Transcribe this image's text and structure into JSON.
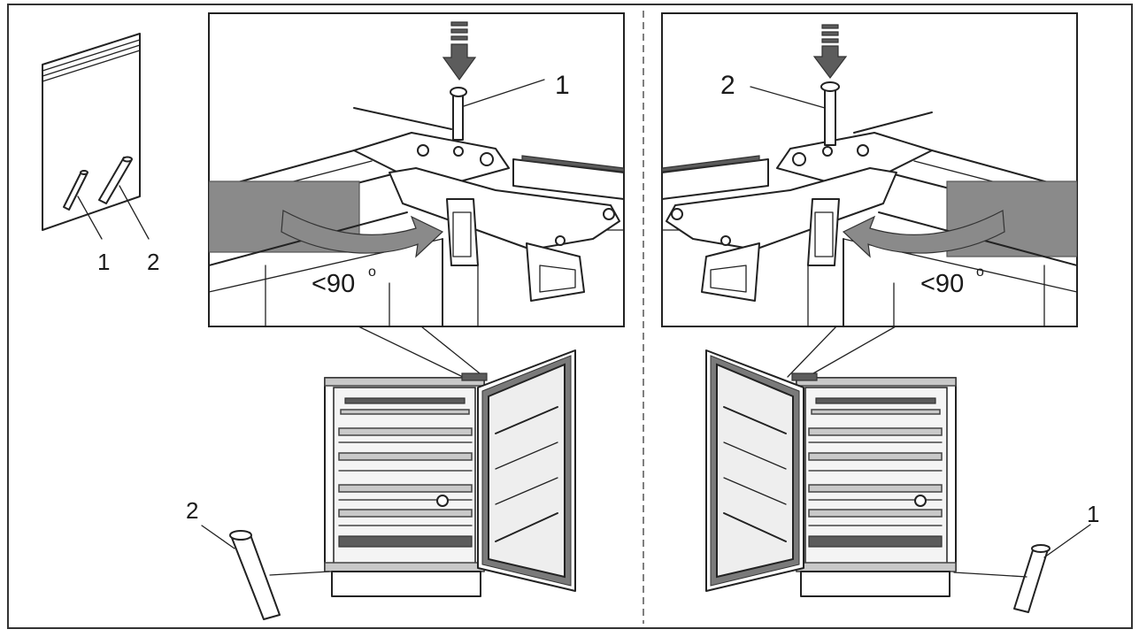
{
  "callouts": {
    "bag_label_1": "1",
    "bag_label_2": "2",
    "left_zoom_label": "1",
    "right_zoom_label": "2",
    "left_loose_pin_label": "2",
    "right_loose_pin_label": "1"
  },
  "angles": {
    "left": "<90",
    "right": "<90",
    "degree_mark": "o"
  },
  "colors": {
    "arrow_gray": "#8a8a8a",
    "panel_gray": "#8a8a8a",
    "line": "#222222"
  }
}
